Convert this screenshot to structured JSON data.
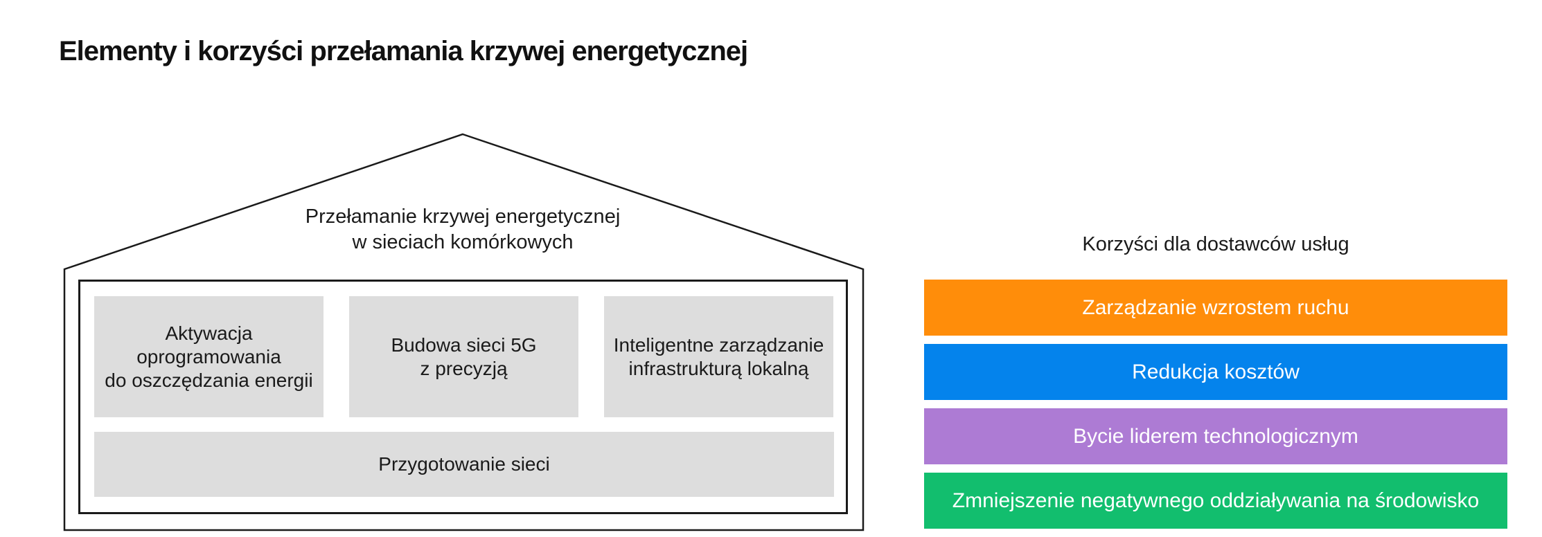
{
  "title": "Elementy i korzyści przełamania krzywej energetycznej",
  "house": {
    "roof_label": {
      "line1": "Przełamanie krzywej energetycznej",
      "line2": "w sieciach komórkowych"
    },
    "pillars": [
      {
        "lines": [
          "Aktywacja",
          "oprogramowania",
          "do oszczędzania energii"
        ]
      },
      {
        "lines": [
          "Budowa sieci 5G",
          "z precyzją"
        ]
      },
      {
        "lines": [
          "Inteligentne zarządzanie",
          "infrastrukturą lokalną"
        ]
      }
    ],
    "foundation_label": "Przygotowanie sieci"
  },
  "benefits": {
    "heading": "Korzyści dla dostawców usług",
    "items": [
      {
        "label": "Zarządzanie wzrostem ruchu",
        "color": "#FF8D0A"
      },
      {
        "label": "Redukcja kosztów",
        "color": "#0483EC"
      },
      {
        "label": "Bycie liderem technologicznym",
        "color": "#AD7BD4"
      },
      {
        "label": "Zmniejszenie negatywnego oddziaływania na środowisko",
        "color": "#12BE6E"
      }
    ]
  },
  "colors": {
    "background": "#FFFFFF",
    "text": "#1A1A1A",
    "outline": "#1A1A1A",
    "box_gray": "#DDDDDD",
    "bar_text": "#FFFFFF"
  }
}
